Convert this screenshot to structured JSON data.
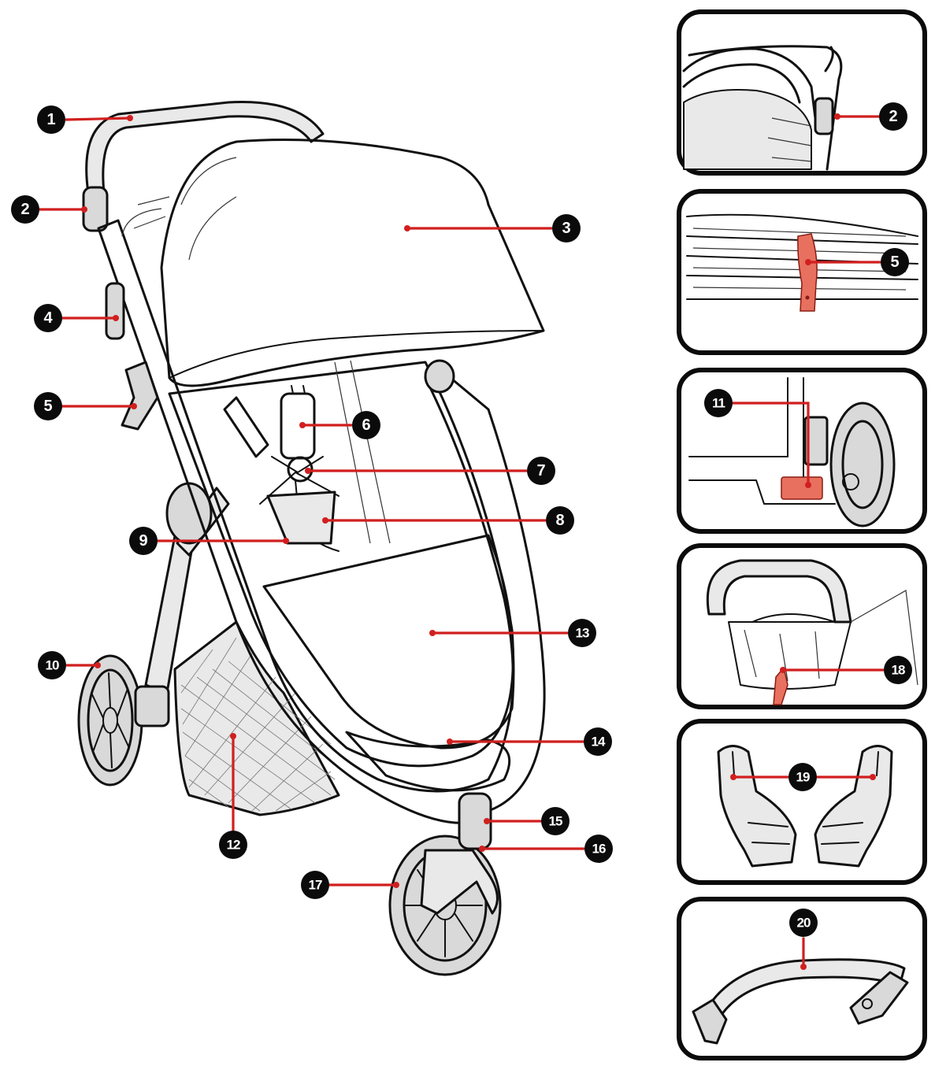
{
  "main_figure": {
    "callouts": [
      {
        "id": "c1",
        "label": "1"
      },
      {
        "id": "c2",
        "label": "2"
      },
      {
        "id": "c3",
        "label": "3"
      },
      {
        "id": "c4",
        "label": "4"
      },
      {
        "id": "c5",
        "label": "5"
      },
      {
        "id": "c6",
        "label": "6"
      },
      {
        "id": "c7",
        "label": "7"
      },
      {
        "id": "c8",
        "label": "8"
      },
      {
        "id": "c9",
        "label": "9"
      },
      {
        "id": "c10",
        "label": "10"
      },
      {
        "id": "c12",
        "label": "12"
      },
      {
        "id": "c13",
        "label": "13"
      },
      {
        "id": "c14",
        "label": "14"
      },
      {
        "id": "c15",
        "label": "15"
      },
      {
        "id": "c16",
        "label": "16"
      },
      {
        "id": "c17",
        "label": "17"
      }
    ]
  },
  "detail_panels": [
    {
      "id": "p1",
      "callouts": [
        {
          "label": "2"
        }
      ]
    },
    {
      "id": "p2",
      "callouts": [
        {
          "label": "5"
        }
      ]
    },
    {
      "id": "p3",
      "callouts": [
        {
          "label": "11"
        }
      ]
    },
    {
      "id": "p4",
      "callouts": [
        {
          "label": "18"
        }
      ]
    },
    {
      "id": "p5",
      "callouts": [
        {
          "label": "19"
        }
      ]
    },
    {
      "id": "p6",
      "callouts": [
        {
          "label": "20"
        }
      ]
    }
  ],
  "colors": {
    "callout_line": "#d11f1f",
    "badge": "#0b0b0b",
    "highlight": "#e8705f"
  }
}
